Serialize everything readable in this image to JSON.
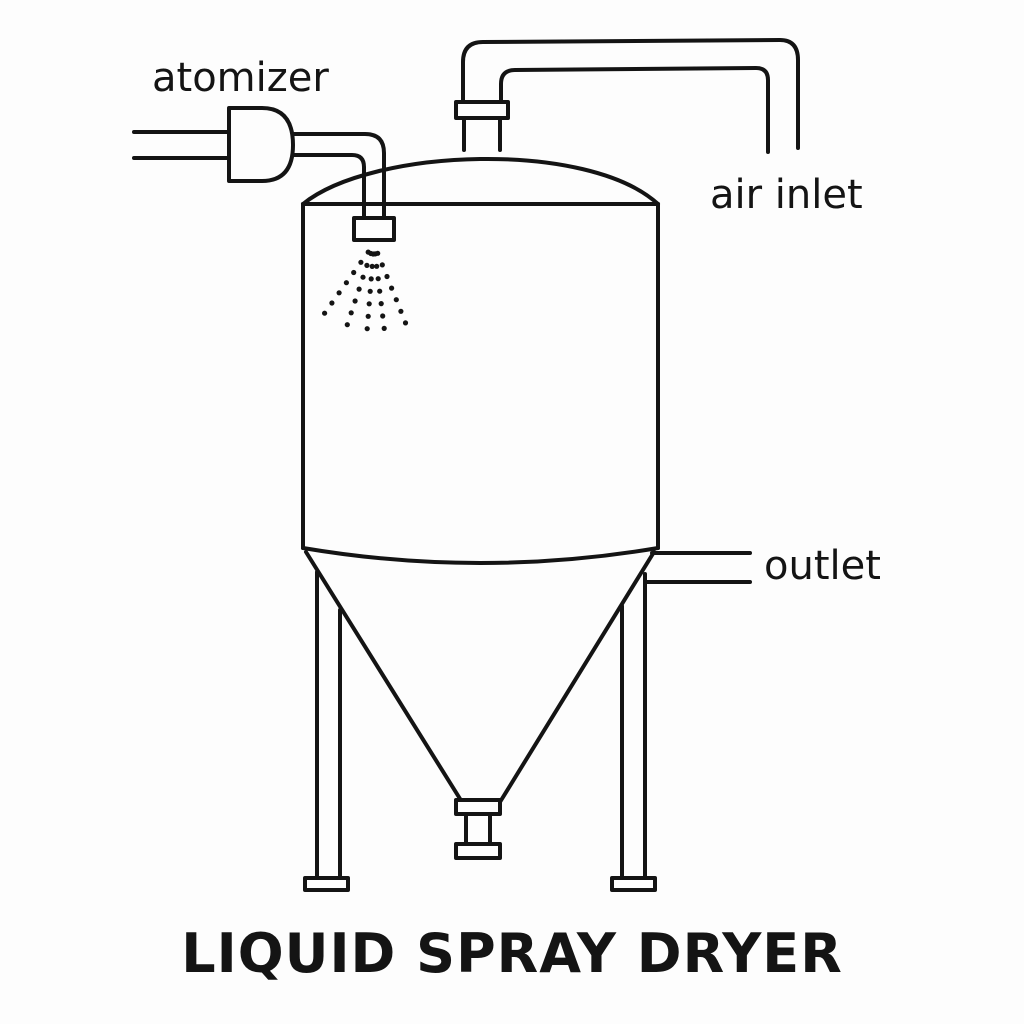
{
  "labels": {
    "atomizer": "atomizer",
    "air_inlet": "air inlet",
    "outlet": "outlet"
  },
  "title": "LIQUID SPRAY DRYER",
  "colors": {
    "line": "#141414",
    "background": "#fdfdfd"
  }
}
